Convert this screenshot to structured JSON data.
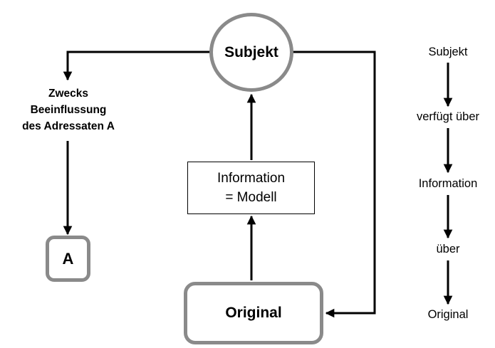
{
  "nodes": {
    "subject": "Subjekt",
    "addressee": "A",
    "original": "Original",
    "information_line1": "Information",
    "information_line2": "= Modell"
  },
  "purpose_label": {
    "line1": "Zwecks",
    "line2": "Beeinflussung",
    "line3": "des Adressaten A"
  },
  "chain": [
    "Subjekt",
    "verfügt über",
    "Information",
    "über",
    "Original"
  ],
  "colors": {
    "node_border": "#8a8a8a",
    "arrow": "#000000"
  }
}
